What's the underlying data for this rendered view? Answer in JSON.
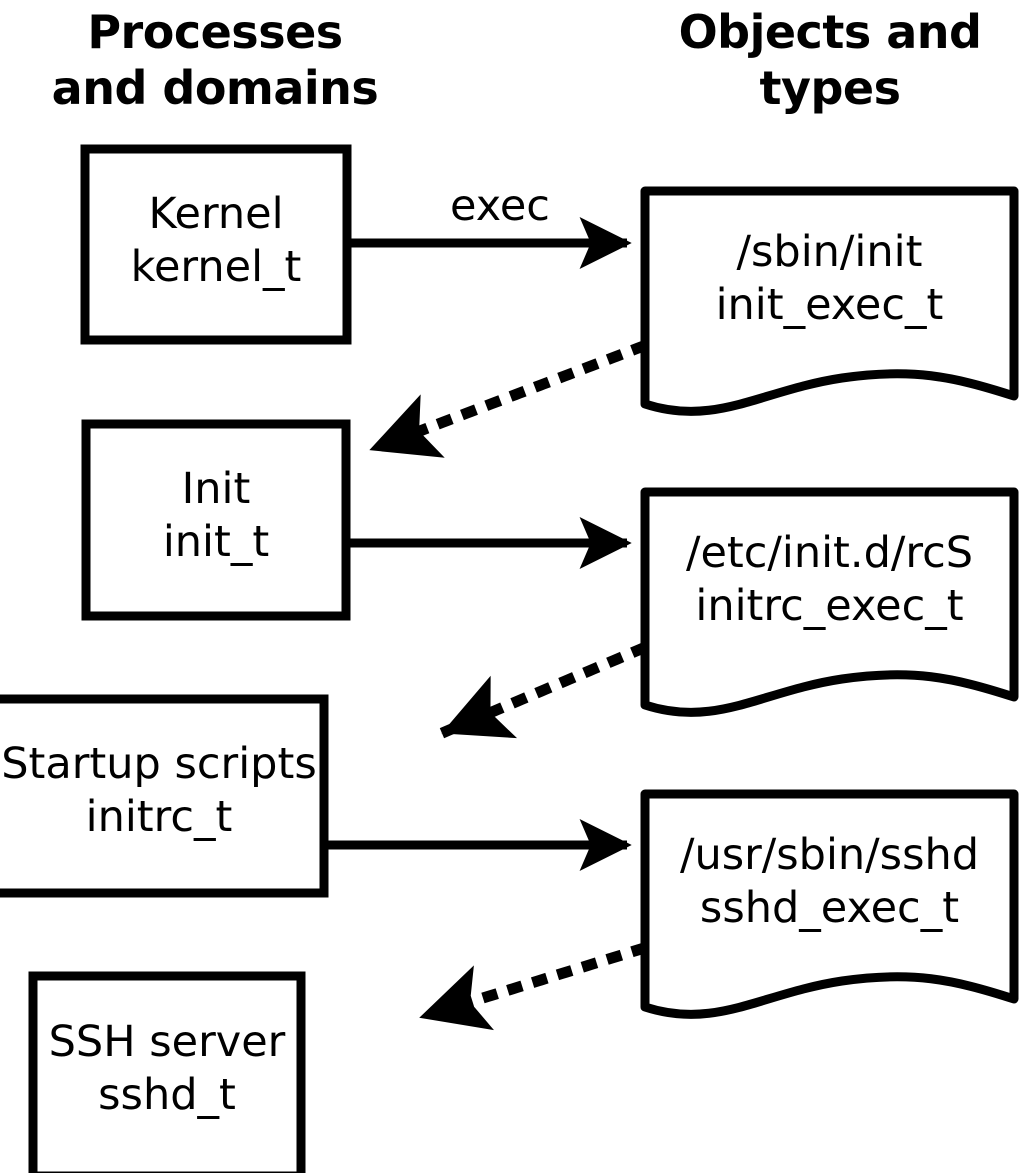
{
  "diagram": {
    "title_left": "Processes\nand domains",
    "title_right": "Objects and\ntypes",
    "background": "#ffffff",
    "stroke": "#000000",
    "processes": [
      {
        "id": "kernel",
        "line1": "Kernel",
        "line2": "kernel_t",
        "text": "Kernel\nkernel_t"
      },
      {
        "id": "init",
        "line1": "Init",
        "line2": "init_t",
        "text": "Init\ninit_t"
      },
      {
        "id": "initrc",
        "line1": "Startup scripts",
        "line2": "initrc_t",
        "text": "Startup scripts\ninitrc_t"
      },
      {
        "id": "sshd",
        "line1": "SSH server",
        "line2": "sshd_t",
        "text": "SSH server\nsshd_t"
      }
    ],
    "objects": [
      {
        "id": "init-exec",
        "line1": "/sbin/init",
        "line2": "init_exec_t",
        "text": "/sbin/init\ninit_exec_t"
      },
      {
        "id": "initrc-exec",
        "line1": "/etc/init.d/rcS",
        "line2": "initrc_exec_t",
        "text": "/etc/init.d/rcS\ninitrc_exec_t"
      },
      {
        "id": "sshd-exec",
        "line1": "/usr/sbin/sshd",
        "line2": "sshd_exec_t",
        "text": "/usr/sbin/sshd\nsshd_exec_t"
      }
    ],
    "edges": [
      {
        "id": "kernel-exec-init",
        "from": "kernel",
        "to": "init-exec",
        "style": "solid",
        "label": "exec"
      },
      {
        "id": "initexec-transition-init",
        "from": "init-exec",
        "to": "init",
        "style": "dotted",
        "label": ""
      },
      {
        "id": "init-exec-initrc",
        "from": "init",
        "to": "initrc-exec",
        "style": "solid",
        "label": ""
      },
      {
        "id": "initrcexec-transition-initrc",
        "from": "initrc-exec",
        "to": "initrc",
        "style": "dotted",
        "label": ""
      },
      {
        "id": "initrc-exec-sshd",
        "from": "initrc",
        "to": "sshd-exec",
        "style": "solid",
        "label": ""
      },
      {
        "id": "sshdexec-transition-sshd",
        "from": "sshd-exec",
        "to": "sshd",
        "style": "dotted",
        "label": ""
      }
    ]
  }
}
